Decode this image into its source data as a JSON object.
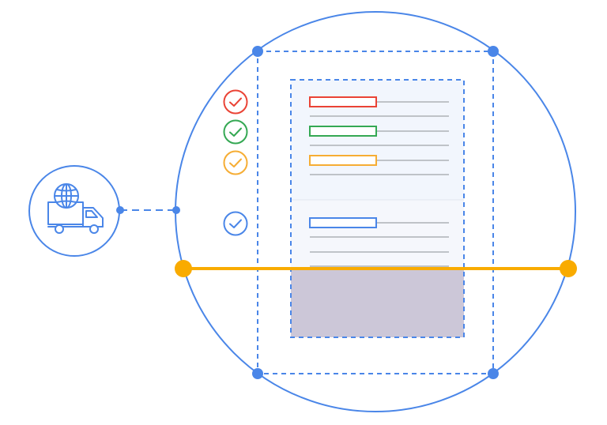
{
  "colors": {
    "primary_blue": "#4a86e8",
    "dashed_blue": "#4a86e8",
    "orange": "#f9ab00",
    "red": "#ea4335",
    "green": "#34a853",
    "amber": "#f6ad34",
    "panel_fill": "#f2f6fd",
    "panel_fill_lower": "#f5f6fb",
    "shaded_region": "#ccc7d8",
    "line_gray": "#bfc3c8",
    "background": "#ffffff"
  },
  "icons": {
    "delivery": "delivery-truck-globe-icon",
    "check": "checkmark-circle-icon"
  },
  "checklist": [
    {
      "name": "check-red",
      "color_key": "red"
    },
    {
      "name": "check-green",
      "color_key": "green"
    },
    {
      "name": "check-amber",
      "color_key": "amber"
    },
    {
      "name": "check-blue",
      "color_key": "primary_blue"
    }
  ]
}
